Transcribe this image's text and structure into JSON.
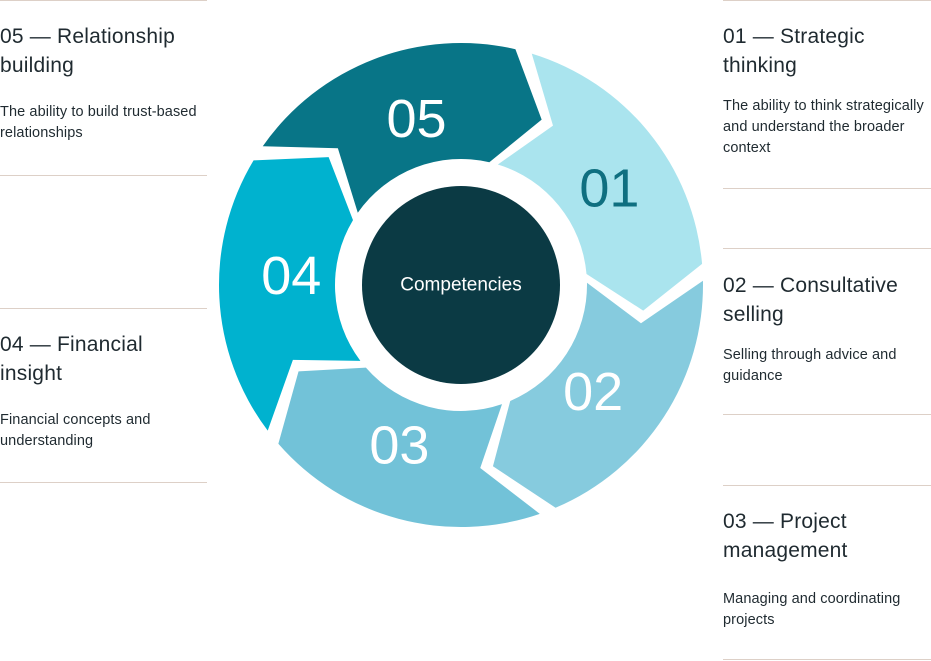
{
  "center": {
    "label": "Competencies",
    "color": "#0b3a44",
    "text_color": "#ffffff"
  },
  "segments": [
    {
      "number": "01",
      "color": "#aae4ee",
      "number_color": "#0f6f80"
    },
    {
      "number": "02",
      "color": "#86cbde",
      "number_color": "#ffffff"
    },
    {
      "number": "03",
      "color": "#72c2d8",
      "number_color": "#ffffff"
    },
    {
      "number": "04",
      "color": "#00b2cf",
      "number_color": "#ffffff"
    },
    {
      "number": "05",
      "color": "#087587",
      "number_color": "#ffffff"
    }
  ],
  "cards": [
    {
      "id": "01",
      "title": "01 — Strategic thinking",
      "description": "The ability to think strategically and understand the broader context"
    },
    {
      "id": "02",
      "title": "02 — Consultative selling",
      "description": "Selling through advice and guidance"
    },
    {
      "id": "03",
      "title": "03 — Project management",
      "description": "Managing and coordinating projects"
    },
    {
      "id": "04",
      "title": "04 — Financial insight",
      "description": "Financial concepts and understanding"
    },
    {
      "id": "05",
      "title": "05 — Relationship building",
      "description": "The ability to build trust-based relationships"
    }
  ],
  "divider_color": "#ddd0c7"
}
